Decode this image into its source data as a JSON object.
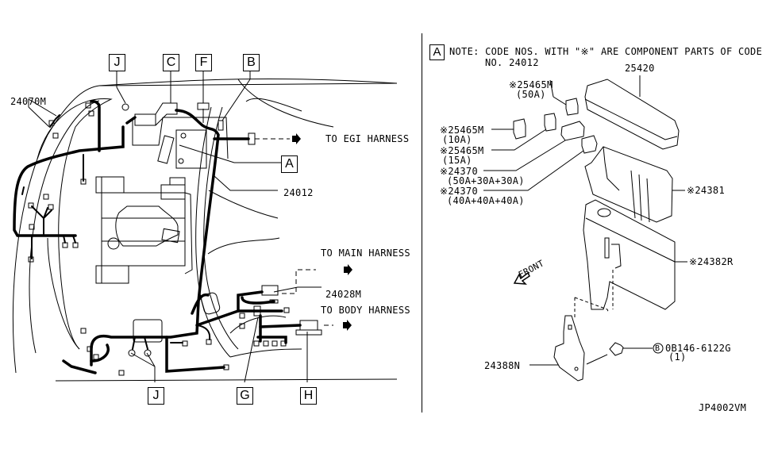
{
  "diagram": {
    "title": "Engine room harness & fuse block",
    "left_panel": {
      "callout_boxes": [
        "J",
        "C",
        "F",
        "B",
        "A",
        "J",
        "G",
        "H"
      ],
      "part_labels": {
        "p24070M": "24070M",
        "p24012": "24012",
        "p24028M": "24028M"
      },
      "destinations": {
        "egi": "TO EGI HARNESS",
        "main": "TO MAIN HARNESS",
        "body": "TO BODY HARNESS"
      }
    },
    "right_panel": {
      "section_box": "A",
      "note_line1": "NOTE: CODE NOS. WITH \"※\" ARE COMPONENT PARTS OF CODE",
      "note_line2": "NO. 24012",
      "parts": [
        {
          "code": "25420",
          "spec": ""
        },
        {
          "code": "※25465M",
          "spec": "(50A)"
        },
        {
          "code": "※25465M",
          "spec": "(10A)"
        },
        {
          "code": "※25465M",
          "spec": "(15A)"
        },
        {
          "code": "※24370",
          "spec": "(50A+30A+30A)"
        },
        {
          "code": "※24370",
          "spec": "(40A+40A+40A)"
        },
        {
          "code": "※24381",
          "spec": ""
        },
        {
          "code": "※24382R",
          "spec": ""
        },
        {
          "code": "24388N",
          "spec": ""
        }
      ],
      "bolt": {
        "marker": "B",
        "code": "0B146-6122G",
        "qty": "(1)"
      },
      "front_label": "FRONT",
      "diagram_id": "JP4002VM"
    }
  }
}
